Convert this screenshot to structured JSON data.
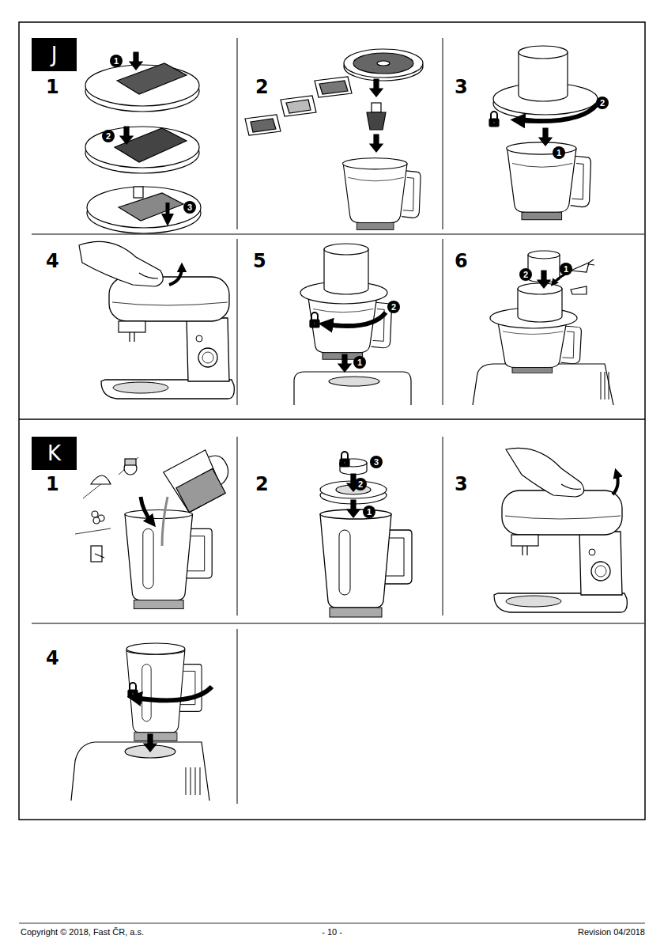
{
  "diagram": {
    "nodes": [
      {
        "text": [
          "J"
        ]
      },
      {
        "text": [
          "1"
        ]
      },
      {
        "text": [
          "2"
        ]
      },
      {
        "text": [
          "3"
        ]
      },
      {
        "text": [
          "2"
        ]
      },
      {
        "text": [
          "1"
        ]
      },
      {
        "text": [
          "2"
        ]
      },
      {
        "text": [
          "1"
        ]
      },
      {
        "text": [
          "2"
        ]
      },
      {
        "text": [
          "1"
        ]
      },
      {
        "text": [
          "K"
        ]
      },
      {
        "text": [
          "3"
        ]
      },
      {
        "text": [
          "2"
        ]
      },
      {
        "text": [
          "1"
        ]
      }
    ],
    "labels": [
      "1",
      "2",
      "3",
      "4",
      "5",
      "6",
      "1",
      "2",
      "3",
      "4",
      "Copyright © 2018, Fast ČR, a.s.",
      "- 10 -",
      "Revision 04/2018"
    ]
  }
}
